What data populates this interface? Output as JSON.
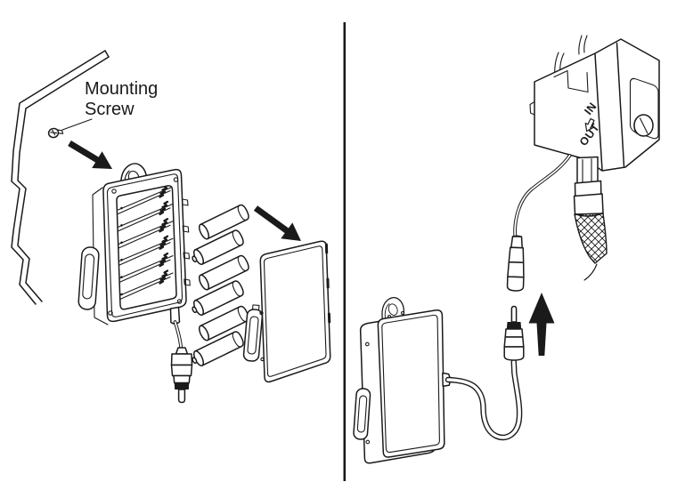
{
  "diagram": {
    "background_color": "#ffffff",
    "line_color": "#1a1a1a",
    "left_panel": {
      "mounting_screw_label": {
        "line1": "Mounting",
        "line2": "Screw"
      },
      "battery_count": 6,
      "arrow_icons": [
        "screw-install-arrow",
        "cover-install-arrow"
      ]
    },
    "right_panel": {
      "control_unit": {
        "in_label": "IN",
        "out_label": "OUT"
      },
      "arrow_icons": [
        "plug-connect-up-arrow"
      ]
    }
  }
}
